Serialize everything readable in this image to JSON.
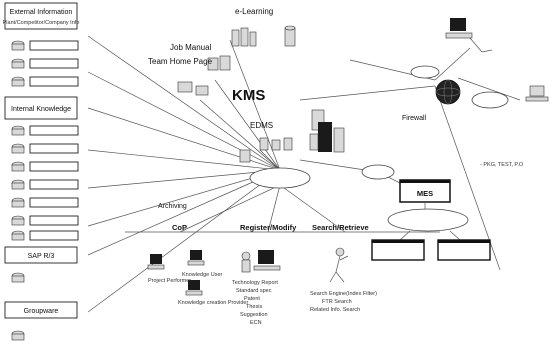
{
  "left_panel": {
    "external_header": "External Information",
    "external_sub": "Plant/Competitor/Company Info",
    "external_items": [
      "",
      "",
      ""
    ],
    "internal_header": "Internal Knowledge",
    "internal_items": [
      "",
      "",
      "",
      "",
      "",
      "",
      ""
    ],
    "sap": "SAP R/3",
    "sap_item": "",
    "groupware": "Groupware",
    "groupware_item": ""
  },
  "center": {
    "elearning": "e-Learning",
    "elearning_sub": "",
    "job_manual": "Job Manual",
    "team_home_page": "Team Home Page",
    "kms": "KMS",
    "edms": "EDMS",
    "hub_caption": "",
    "archiving": "Archiving"
  },
  "bottom": {
    "cop": "CoP",
    "register": "Register/Modify",
    "search": "Search/Retrieve",
    "cop_items": [
      "Project Performer",
      "Knowledge User",
      "Knowledge creation Provider"
    ],
    "register_items": [
      "Technology Report",
      "Standard spec",
      "Patent",
      "Thesis",
      "Suggestion",
      "ECN"
    ],
    "search_items": [
      "Search Engine(Index Filter)",
      "FTR Search",
      "Related Info. Search"
    ]
  },
  "right": {
    "firewall": "Firewall",
    "mes": "MES",
    "network_labels": [
      "",
      "",
      ""
    ],
    "equipment": [
      "",
      ""
    ],
    "notes": [
      "",
      "",
      "",
      "",
      "- PKG, TEST, P.O"
    ]
  }
}
